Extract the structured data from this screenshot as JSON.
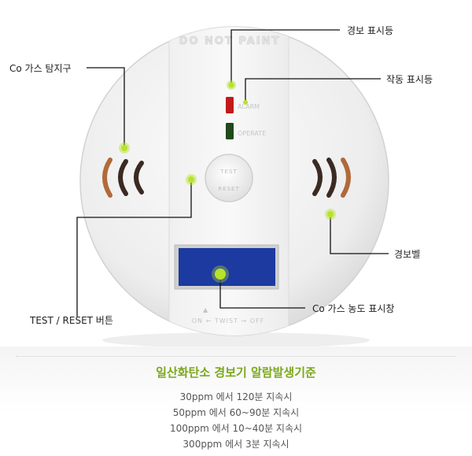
{
  "callouts": {
    "alarm_indicator": "경보 표시등",
    "operate_indicator": "작동 표시등",
    "gas_sensor": "Co 가스 탐지구",
    "alarm_bell": "경보벨",
    "concentration_display": "Co 가스 농도 표시창",
    "test_reset_button": "TEST / RESET 버튼"
  },
  "device": {
    "top_text": "DO NOT PAINT",
    "alarm_label": "ALARM",
    "operate_label": "OPERATE",
    "button_top": "TEST",
    "button_bottom": "RESET",
    "bottom_text": "ON ← TWIST → OFF"
  },
  "spec": {
    "title": "일산화탄소 경보기 알람발생기준",
    "lines": [
      "30ppm 에서 120분 지속시",
      "50ppm 에서 60~90분 지속시",
      "100ppm 에서 10~40분 지속시",
      "300ppm 에서 3분 지속시"
    ]
  },
  "colors": {
    "accent_green": "#7aa81b",
    "marker_green": "#b7e32a",
    "alarm_red": "#c21a1a",
    "operate_green": "#1f4a1a",
    "display_blue": "#1c3aa0"
  }
}
